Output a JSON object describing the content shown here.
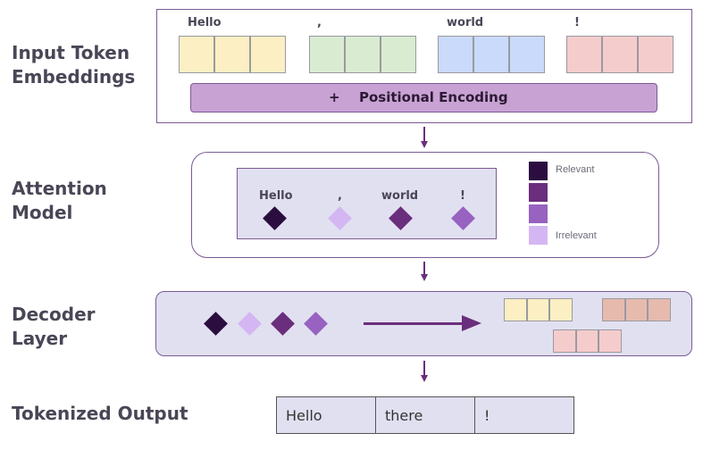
{
  "labels": {
    "input_line1": "Input Token",
    "input_line2": "Embeddings",
    "attention_line1": "Attention",
    "attention_line2": "Model",
    "decoder_line1": "Decoder",
    "decoder_line2": "Layer",
    "output": "Tokenized Output"
  },
  "embeddings": {
    "tokens": [
      {
        "word": "Hello",
        "color": "#fbefc3"
      },
      {
        "word": ",",
        "color": "#d9ecd1"
      },
      {
        "word": "world",
        "color": "#c9dafa"
      },
      {
        "word": "!",
        "color": "#f5cccc"
      }
    ],
    "positional_plus": "+",
    "positional_label": "Positional Encoding",
    "positional_color": "#c9a2d4"
  },
  "attention": {
    "tokens": [
      {
        "word": "Hello",
        "color": "#2b0e3f"
      },
      {
        "word": ",",
        "color": "#d4b7f2"
      },
      {
        "word": "world",
        "color": "#6a2e7c"
      },
      {
        "word": "!",
        "color": "#9762c0"
      }
    ],
    "legend": {
      "swatches": [
        "#2b0e3f",
        "#6a2e7c",
        "#9762c0",
        "#d4b7f2"
      ],
      "top_label": "Relevant",
      "bottom_label": "Irrelevant"
    }
  },
  "decoder": {
    "diamonds": [
      "#2b0e3f",
      "#d4b7f2",
      "#6a2e7c",
      "#9762c0"
    ],
    "output_blocks": [
      {
        "color": "#fbefc3"
      },
      {
        "color": "#e6bbae"
      },
      {
        "color": "#f5cccc"
      }
    ]
  },
  "output": {
    "tokens": [
      "Hello",
      "there",
      "!"
    ]
  }
}
